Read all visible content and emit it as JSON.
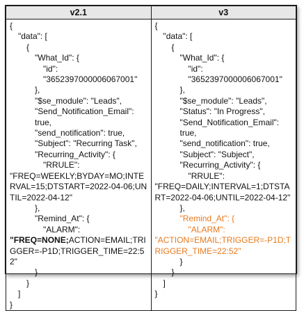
{
  "columns": [
    "v2.1",
    "v3"
  ],
  "left": {
    "open_brace": "{",
    "data_key": "\"data\": [",
    "obj_open": "{",
    "what_id_key": "\"What_Id\": {",
    "id_line": "\"id\": \"3652397000006067001\"",
    "what_id_close": "},",
    "se_module": "\"$se_module\": \"Leads\",",
    "send_notification_email": "\"Send_Notification_Email\": true,",
    "send_notification": "\"send_notification\": true,",
    "subject": "\"Subject\": \"Recurring Task\",",
    "recurring_activity_key": "\"Recurring_Activity\": {",
    "rrule_key": "\"RRULE\":",
    "rrule_value": "\"FREQ=WEEKLY;BYDAY=MO;INTERVAL=15;DTSTART=2022-04-06;UNTIL=2022-04-12\"",
    "recurring_close": "},",
    "remind_at_key": "\"Remind_At\": {",
    "alarm_key": "\"ALARM\":",
    "alarm_bold": "\"FREQ=NONE;",
    "alarm_rest": "ACTION=EMAIL;TRIGGER=-P1D;TRIGGER_TIME=22:52\"",
    "remind_close": "}",
    "obj_close": "}",
    "array_close": "]",
    "close_brace": "}"
  },
  "right": {
    "open_brace": "{",
    "data_key": "\"data\": [",
    "obj_open": "{",
    "what_id_key": "\"What_Id\": {",
    "id_line": "\"id\": \"3652397000006067001\"",
    "what_id_close": "},",
    "se_module": "\"$se_module\": \"Leads\",",
    "status": "\"Status\": \"In Progress\",",
    "send_notification_email": "\"Send_Notification_Email\": true,",
    "send_notification": "\"send_notification\": true,",
    "subject": "\"Subject\": \"Subject\",",
    "recurring_activity_key": "\"Recurring_Activity\": {",
    "rrule_key": "\"RRULE\":",
    "rrule_value": "\"FREQ=DAILY;INTERVAL=1;DTSTART=2022-04-06;UNTIL=2022-04-12\"",
    "recurring_close": "},",
    "remind_at_key": "\"Remind_At\": {",
    "alarm_key": "\"ALARM\":",
    "alarm_value": "\"ACTION=EMAIL;TRIGGER=-P1D;TRIGGER_TIME=22:52\"",
    "remind_close": "}",
    "obj_close": "}",
    "array_close": "]",
    "close_brace": "}"
  },
  "colors": {
    "highlight": "#e8791c",
    "header_bg": "#e7e7e7",
    "border": "#1a1a1a"
  }
}
